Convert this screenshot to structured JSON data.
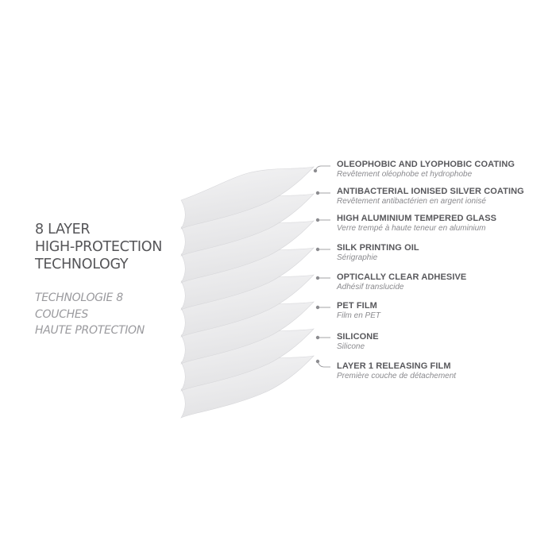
{
  "heading": {
    "title_lines": [
      "8 LAYER",
      "HIGH-PROTECTION",
      "TECHNOLOGY"
    ],
    "subtitle_lines": [
      "TECHNOLOGIE 8",
      "COUCHES",
      "HAUTE PROTECTION"
    ]
  },
  "layers": [
    {
      "name": "OLEOPHOBIC AND LYOPHOBIC COATING",
      "translation": "Revêtement oléophobe et hydrophobe"
    },
    {
      "name": "ANTIBACTERIAL IONISED SILVER COATING",
      "translation": "Revêtement antibactérien en argent ionisé"
    },
    {
      "name": "HIGH ALUMINIUM TEMPERED GLASS",
      "translation": "Verre trempé à haute teneur en aluminium"
    },
    {
      "name": "SILK PRINTING OIL",
      "translation": "Sérigraphie"
    },
    {
      "name": "OPTICALLY CLEAR ADHESIVE",
      "translation": "Adhésif translucide"
    },
    {
      "name": "PET FILM",
      "translation": "Film en PET"
    },
    {
      "name": "SILICONE",
      "translation": "Silicone"
    },
    {
      "name": "LAYER 1 RELEASING FILM",
      "translation": "Première couche de détachement"
    }
  ],
  "colors": {
    "sheet_fill_top": "#f4f4f5",
    "sheet_fill_bottom": "#e2e2e4",
    "sheet_edge": "#d6d6d9",
    "callout": "#8c8c90"
  }
}
